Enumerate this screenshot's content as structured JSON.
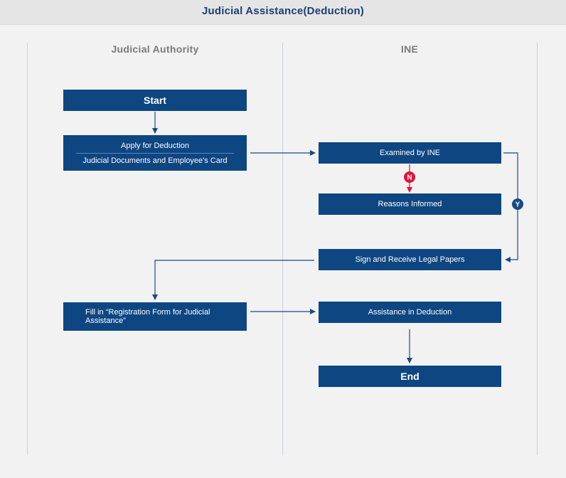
{
  "title": "Judicial Assistance(Deduction)",
  "lanes": {
    "left": "Judicial Authority",
    "right": "INE"
  },
  "nodes": {
    "start": "Start",
    "apply_line1": "Apply for Deduction",
    "apply_line2": "Judicial Documents and Employee's Card",
    "examined": "Examined by INE",
    "reasons": "Reasons Informed",
    "sign": "Sign and Receive Legal Papers",
    "fill": "Fill in “Registration Form for Judicial Assistance”",
    "assistance": "Assistance in Deduction",
    "end": "End"
  },
  "badges": {
    "no": "N",
    "yes": "Y"
  },
  "colors": {
    "box": "#0e4682",
    "title": "#1e3f72",
    "arrow": "#1a4a85",
    "no_branch": "#e0143c"
  }
}
